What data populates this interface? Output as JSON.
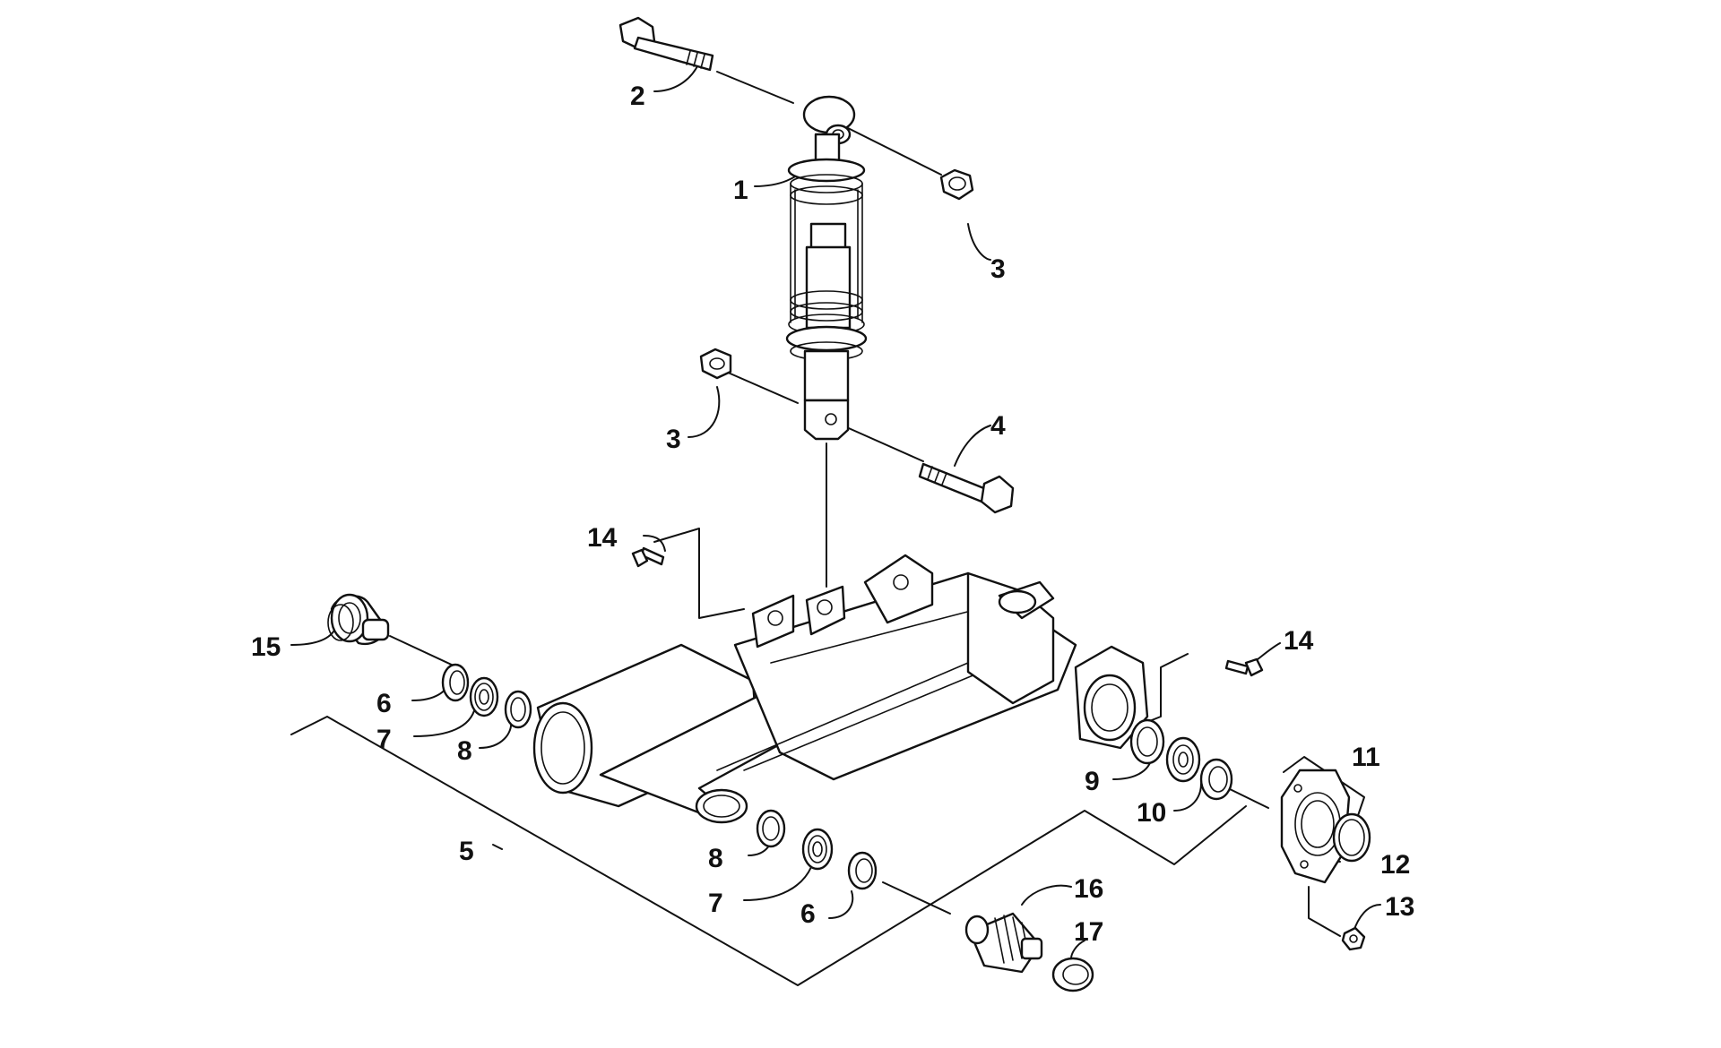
{
  "diagram": {
    "callouts": [
      "1",
      "2",
      "3",
      "3",
      "4",
      "5",
      "6",
      "6",
      "7",
      "7",
      "8",
      "8",
      "9",
      "10",
      "11",
      "12",
      "13",
      "14",
      "14",
      "15",
      "16",
      "17"
    ],
    "parts": [
      "shock-absorber",
      "shock-bolt-upper",
      "lock-nut-upper",
      "lock-nut-lower",
      "shock-bolt-lower",
      "swing-arm",
      "bushing-left",
      "bearing-left",
      "seal-left",
      "seal-front",
      "bearing-front",
      "bushing-front",
      "bearing-right",
      "bushing-right",
      "housing-plate",
      "o-ring",
      "cap-screw",
      "bolt-upper-left",
      "bolt-right",
      "pivot-plug-left",
      "pivot-shaft",
      "snap-ring"
    ]
  }
}
